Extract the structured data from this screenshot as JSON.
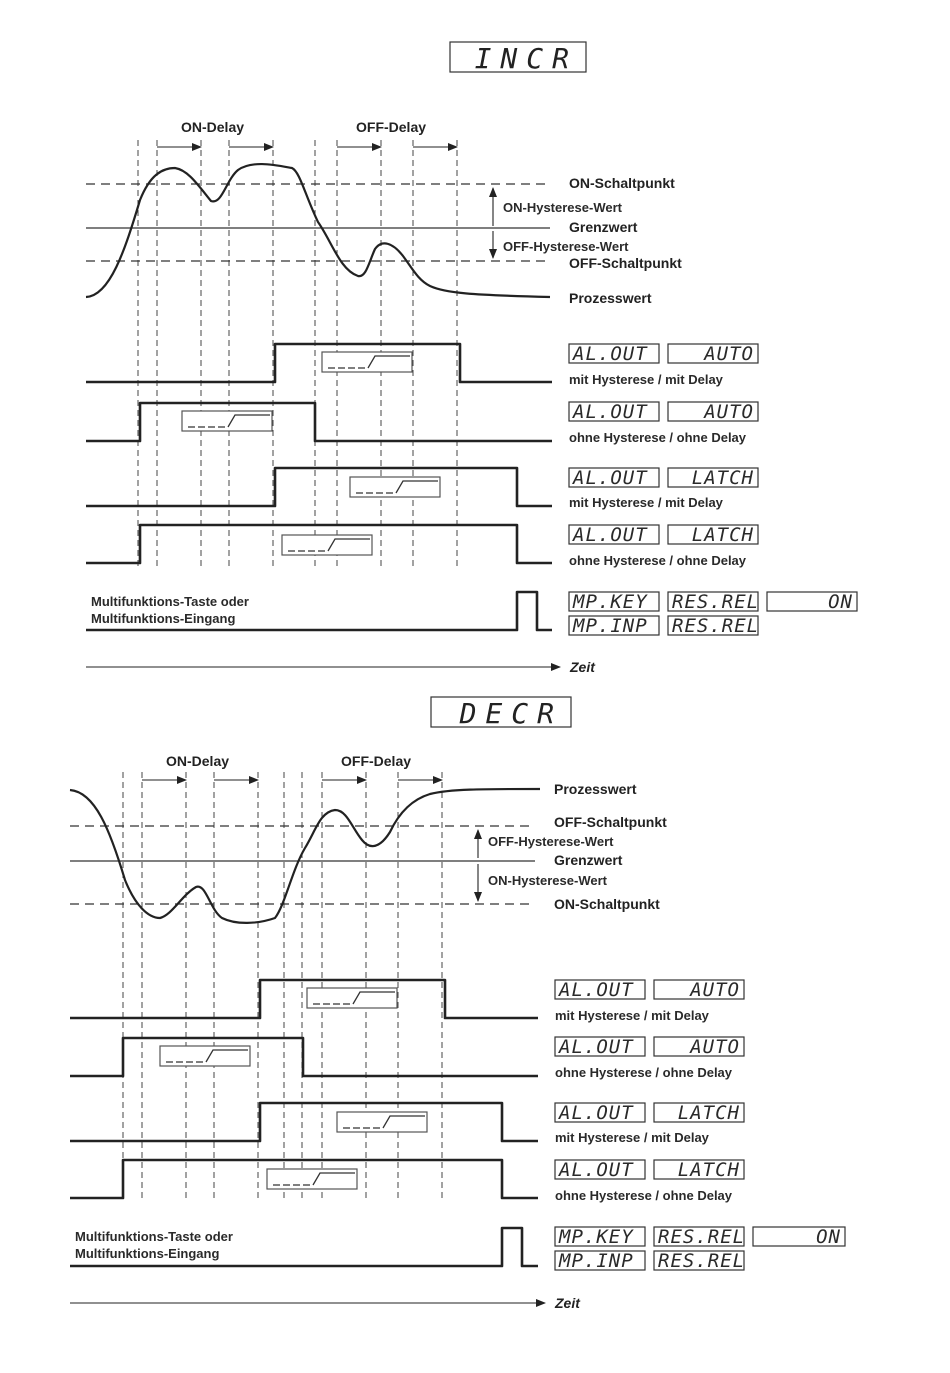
{
  "incr": {
    "mode_display": "INCR",
    "on_delay": "ON-Delay",
    "off_delay": "OFF-Delay",
    "on_schaltpunkt": "ON-Schaltpunkt",
    "on_hysterese": "ON-Hysterese-Wert",
    "grenzwert": "Grenzwert",
    "off_hysterese": "OFF-Hysterese-Wert",
    "off_schaltpunkt": "OFF-Schaltpunkt",
    "prozesswert": "Prozesswert",
    "rows": [
      {
        "left_code": "AL.OUT",
        "right_code": "AUTO",
        "caption": "mit Hysterese / mit Delay"
      },
      {
        "left_code": "AL.OUT",
        "right_code": "AUTO",
        "caption": "ohne Hysterese / ohne Delay"
      },
      {
        "left_code": "AL.OUT",
        "right_code": "LATCH",
        "caption": "mit Hysterese / mit Delay"
      },
      {
        "left_code": "AL.OUT",
        "right_code": "LATCH",
        "caption": "ohne Hysterese / ohne Delay"
      }
    ],
    "mf_label_1": "Multifunktions-Taste oder",
    "mf_label_2": "Multifunktions-Eingang",
    "mf_codes": {
      "key": "MP.KEY",
      "inp": "MP.INP",
      "resrel": "RES.REL",
      "on": "ON"
    },
    "zeit": "Zeit"
  },
  "decr": {
    "mode_display": "DECR",
    "on_delay": "ON-Delay",
    "off_delay": "OFF-Delay",
    "prozesswert": "Prozesswert",
    "off_schaltpunkt": "OFF-Schaltpunkt",
    "off_hysterese": "OFF-Hysterese-Wert",
    "grenzwert": "Grenzwert",
    "on_hysterese": "ON-Hysterese-Wert",
    "on_schaltpunkt": "ON-Schaltpunkt",
    "rows": [
      {
        "left_code": "AL.OUT",
        "right_code": "AUTO",
        "caption": "mit Hysterese / mit Delay"
      },
      {
        "left_code": "AL.OUT",
        "right_code": "AUTO",
        "caption": "ohne Hysterese / ohne Delay"
      },
      {
        "left_code": "AL.OUT",
        "right_code": "LATCH",
        "caption": "mit Hysterese / mit Delay"
      },
      {
        "left_code": "AL.OUT",
        "right_code": "LATCH",
        "caption": "ohne Hysterese / ohne Delay"
      }
    ],
    "mf_label_1": "Multifunktions-Taste oder",
    "mf_label_2": "Multifunktions-Eingang",
    "mf_codes": {
      "key": "MP.KEY",
      "inp": "MP.INP",
      "resrel": "RES.REL",
      "on": "ON"
    },
    "zeit": "Zeit"
  }
}
